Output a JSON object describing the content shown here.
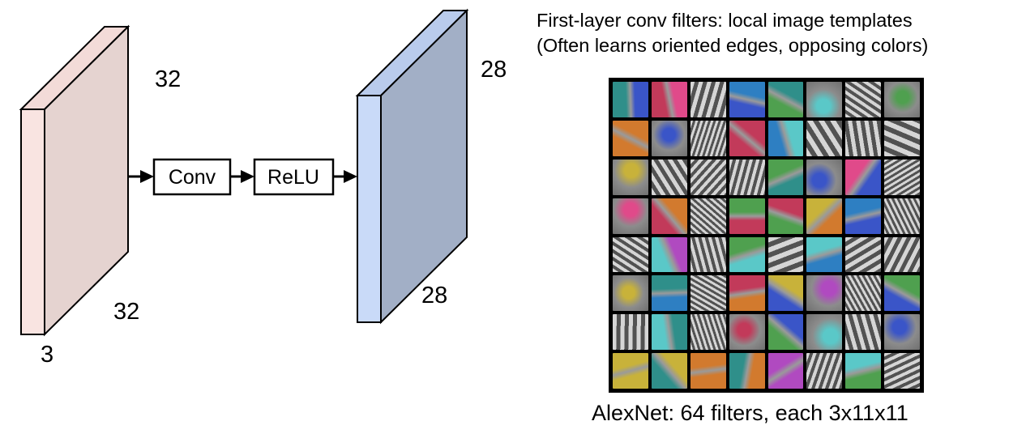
{
  "input_volume": {
    "height_label": "32",
    "width_label": "32",
    "depth_label": "3",
    "front_color": "#f9e4e1",
    "side_color": "#e5d3d0"
  },
  "output_volume": {
    "height_label": "28",
    "width_label": "28",
    "front_color": "#c9daf8",
    "side_color": "#a2afc6"
  },
  "pipeline": {
    "conv_label": "Conv",
    "relu_label": "ReLU"
  },
  "filters_panel": {
    "title_line1": "First-layer conv filters: local image templates",
    "title_line2": "(Often learns oriented edges, opposing colors)",
    "caption": "AlexNet: 64 filters, each 3x11x11",
    "grid_rows": 8,
    "grid_cols": 8
  }
}
